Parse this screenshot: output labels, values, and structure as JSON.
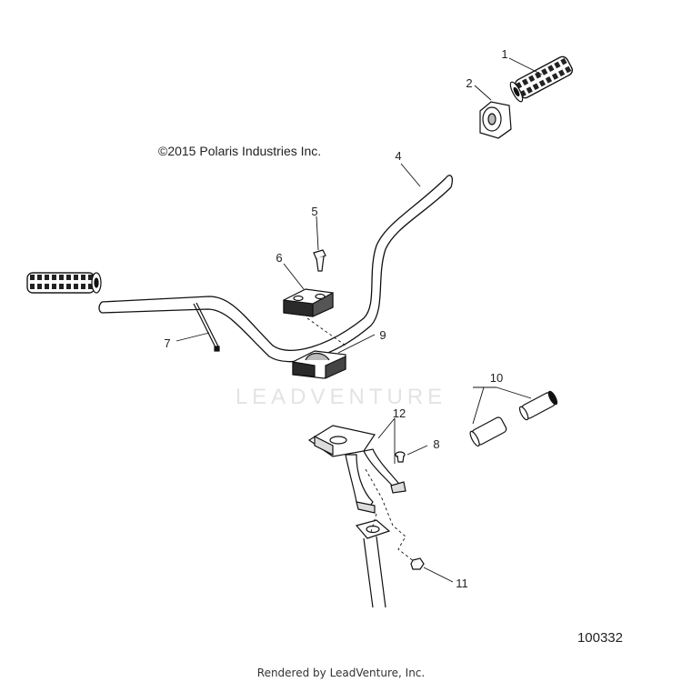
{
  "copyright": "©2015 Polaris Industries Inc.",
  "watermark": "LEADVENTURE",
  "diagram_number": "100332",
  "rendered_by": "Rendered by LeadVenture, Inc.",
  "callouts": [
    {
      "num": "1",
      "part": "hand-grip-right"
    },
    {
      "num": "2",
      "part": "grip-end-cap"
    },
    {
      "num": "4",
      "part": "handlebar"
    },
    {
      "num": "5",
      "part": "clamp-bolt"
    },
    {
      "num": "6",
      "part": "upper-handlebar-clamp"
    },
    {
      "num": "7",
      "part": "cable-tie"
    },
    {
      "num": "9",
      "part": "lower-handlebar-clamp"
    },
    {
      "num": "10",
      "part": "throttle-grip-set"
    },
    {
      "num": "12",
      "part": "steering-bracket"
    },
    {
      "num": "8",
      "part": "bracket-screw"
    },
    {
      "num": "11",
      "part": "nut"
    }
  ]
}
